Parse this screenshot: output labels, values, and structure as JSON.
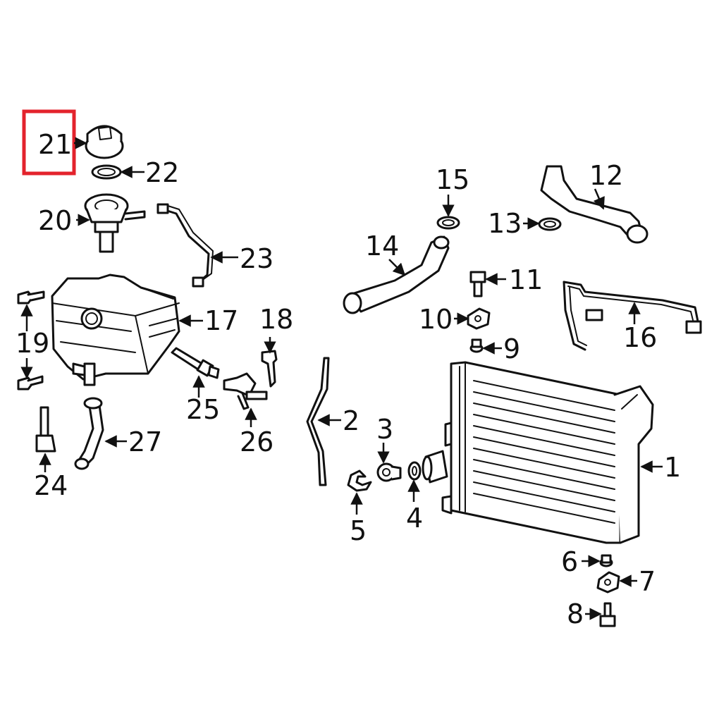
{
  "highlight": {
    "part": "21",
    "color": "#e3232c"
  },
  "line_color": "#111111",
  "callouts": [
    {
      "id": "1",
      "label": "1"
    },
    {
      "id": "2",
      "label": "2"
    },
    {
      "id": "3",
      "label": "3"
    },
    {
      "id": "4",
      "label": "4"
    },
    {
      "id": "5",
      "label": "5"
    },
    {
      "id": "6",
      "label": "6"
    },
    {
      "id": "7",
      "label": "7"
    },
    {
      "id": "8",
      "label": "8"
    },
    {
      "id": "9",
      "label": "9"
    },
    {
      "id": "10",
      "label": "10"
    },
    {
      "id": "11",
      "label": "11"
    },
    {
      "id": "12",
      "label": "12"
    },
    {
      "id": "13",
      "label": "13"
    },
    {
      "id": "14",
      "label": "14"
    },
    {
      "id": "15",
      "label": "15"
    },
    {
      "id": "16",
      "label": "16"
    },
    {
      "id": "17",
      "label": "17"
    },
    {
      "id": "18",
      "label": "18"
    },
    {
      "id": "19",
      "label": "19"
    },
    {
      "id": "20",
      "label": "20"
    },
    {
      "id": "21",
      "label": "21"
    },
    {
      "id": "22",
      "label": "22"
    },
    {
      "id": "23",
      "label": "23"
    },
    {
      "id": "24",
      "label": "24"
    },
    {
      "id": "25",
      "label": "25"
    },
    {
      "id": "26",
      "label": "26"
    },
    {
      "id": "27",
      "label": "27"
    }
  ]
}
